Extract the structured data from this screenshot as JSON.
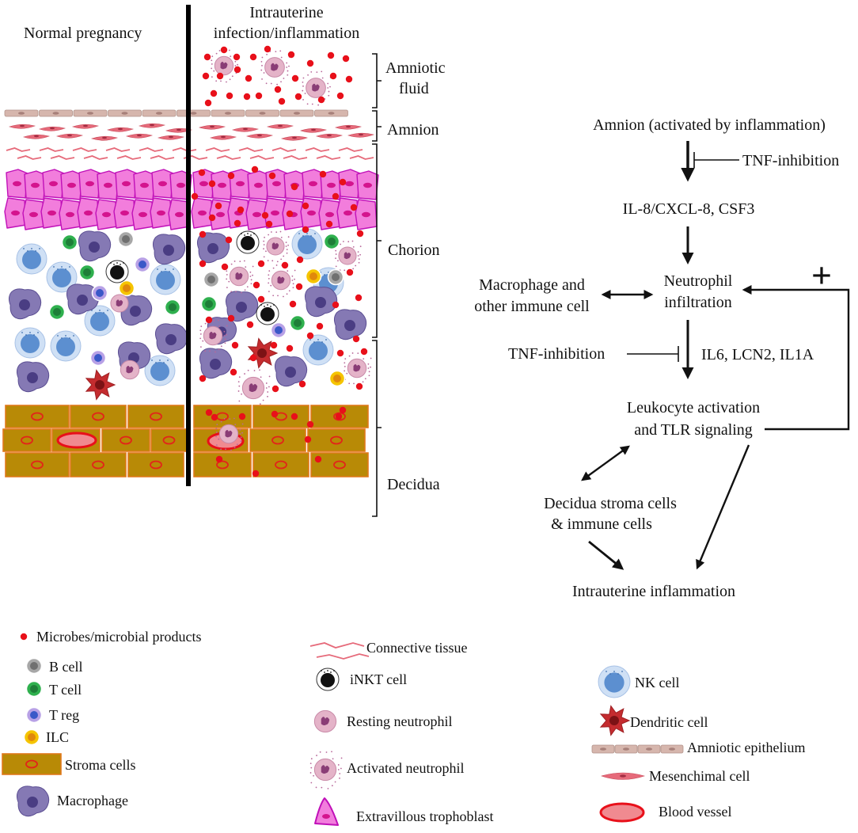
{
  "colors": {
    "microbe": "#e8101a",
    "trophoblast_fill": "#f27ddc",
    "trophoblast_stroke": "#c010b8",
    "trophoblast_nucleus": "#d4148e",
    "macrophage": "#8579b4",
    "macrophage_nucleus": "#4a3d83",
    "nk_cell": "#a9c8ec",
    "nk_nucleus": "#5c8fd0",
    "neutrophil": "#e4b3c8",
    "neutrophil_nucleus": "#8a3d76",
    "t_cell": "#2fb04e",
    "b_cell": "#a7a7a7",
    "treg": "#b8a1e6",
    "ilc": "#f5c400",
    "dendritic": "#c42c2f",
    "stroma": "#b88a06",
    "stroma_stroke": "#e0781a",
    "blood_vessel": "#e8101a",
    "amniotic_epithelium": "#d6b6ad",
    "mesenchymal": "#e66a7a"
  },
  "left_panel": {
    "normal_title": "Normal pregnancy",
    "infected_title_line1": "Intrauterine",
    "infected_title_line2": "infection/inflammation"
  },
  "layers": {
    "amniotic_fluid_line1": "Amniotic",
    "amniotic_fluid_line2": "fluid",
    "amnion": "Amnion",
    "chorion": "Chorion",
    "decidua": "Decidua"
  },
  "flow": {
    "amnion_activated": "Amnion (activated by inflammation)",
    "tnf_inhibition_top": "TNF-inhibition",
    "il8": "IL-8/CXCL-8, CSF3",
    "neutrophil_line1": "Neutrophil",
    "neutrophil_line2": "infiltration",
    "macrophage_line1": "Macrophage and",
    "macrophage_line2": "other immune cell",
    "plus": "+",
    "tnf_inhibition_mid": "TNF-inhibition",
    "il6": "IL6, LCN2, IL1A",
    "leukocyte_line1": "Leukocyte  activation",
    "leukocyte_line2": "and TLR signaling",
    "decidua_cells_line1": "Decidua stroma cells",
    "decidua_cells_line2": "& immune cells",
    "intrauterine": "Intrauterine inflammation"
  },
  "legend": {
    "microbes": "Microbes/microbial products",
    "b_cell": "B cell",
    "t_cell": "T cell",
    "t_reg": "T reg",
    "ilc": "ILC",
    "stroma": "Stroma cells",
    "macrophage": "Macrophage",
    "connective": "Connective tissue",
    "inkt": "iNKT cell",
    "resting_neutrophil": "Resting neutrophil",
    "activated_neutrophil": "Activated neutrophil",
    "extravillous": "Extravillous trophoblast",
    "nk_cell": "NK cell",
    "dendritic": "Dendritic cell",
    "amniotic_epithelium": "Amniotic epithelium",
    "mesenchimal": "Mesenchimal cell",
    "blood_vessel": "Blood vessel"
  }
}
